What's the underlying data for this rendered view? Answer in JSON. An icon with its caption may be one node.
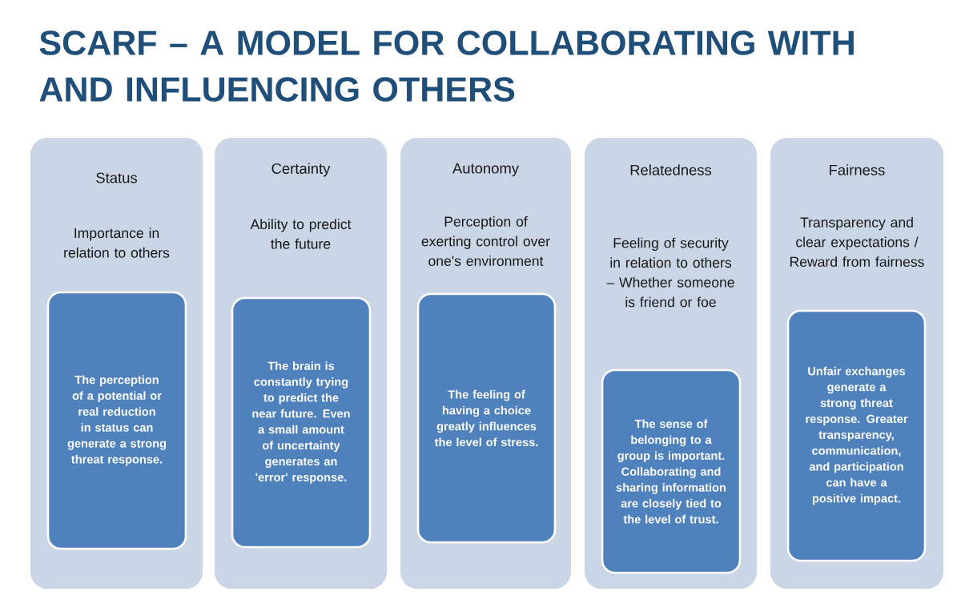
{
  "diagram": {
    "title": "SCARF – A MODEL FOR COLLABORATING WITH AND INFLUENCING OTHERS",
    "nodes": [
      {
        "text": [
          "Status",
          "Importance in relation to others"
        ]
      },
      {
        "text": [
          "The perception of a potential or real reduction in status can generate a strong threat response."
        ],
        "in": 0
      },
      {
        "text": [
          "Certainty",
          "Ability to predict the future"
        ]
      },
      {
        "text": [
          "The brain is constantly trying to predict the near future. Even a small amount of uncertainty generates an 'error' response."
        ],
        "in": 2
      },
      {
        "text": [
          "Autonomy",
          "Perception of exerting control over one's environment"
        ]
      },
      {
        "text": [
          "The feeling of having a choice greatly influences the level of stress."
        ],
        "in": 4
      },
      {
        "text": [
          "Relatedness",
          "Feeling of security in relation to others – Whether someone is friend or foe"
        ]
      },
      {
        "text": [
          "The sense of belonging to a group is important. Collaborating and sharing information are closely tied to the level of trust."
        ],
        "in": 6
      },
      {
        "text": [
          "Fairness",
          "Transparency and clear expectations / Reward from fairness"
        ]
      },
      {
        "text": [
          "Unfair exchanges generate a strong threat response. Greater transparency, communication, and participation can have a positive impact."
        ],
        "in": 8
      }
    ]
  }
}
